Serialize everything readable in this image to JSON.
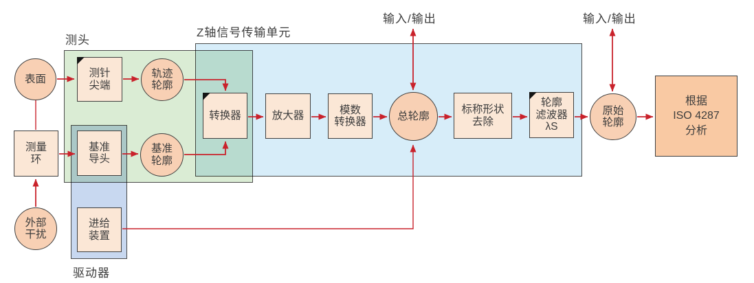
{
  "palette": {
    "arrow_red": "#c9222b",
    "probe_green": "#daecd4",
    "zaxis_blue": "#d7edf9",
    "drive_blue": "#c8d8f0",
    "box_peach": "#fbe7d6",
    "circle_peach": "#f8d0b4",
    "analysis_orange": "#f9c9a3",
    "border_dark": "#3f3f3f",
    "text_dark": "#3d3d3d"
  },
  "labels": {
    "probe_group": "测头",
    "zaxis_group": "Z轴信号传输单元",
    "drive_group": "驱动器",
    "io_top_center": "输入/输出",
    "io_top_right": "输入/输出"
  },
  "nodes": {
    "surface": {
      "lines": [
        "表面"
      ]
    },
    "measure_loop": {
      "lines": [
        "测量",
        "环"
      ]
    },
    "external_disturbance": {
      "lines": [
        "外部",
        "干扰"
      ]
    },
    "stylus_tip": {
      "lines": [
        "测针",
        "尖端"
      ]
    },
    "trace_profile": {
      "lines": [
        "轨迹",
        "轮廓"
      ]
    },
    "datum_guide": {
      "lines": [
        "基准",
        "导头"
      ]
    },
    "datum_profile": {
      "lines": [
        "基准",
        "轮廓"
      ]
    },
    "feed_device": {
      "lines": [
        "进给",
        "装置"
      ]
    },
    "transducer": {
      "lines": [
        "转换器"
      ]
    },
    "amplifier": {
      "lines": [
        "放大器"
      ]
    },
    "ad_converter": {
      "lines": [
        "模数",
        "转换器"
      ]
    },
    "total_profile": {
      "lines": [
        "总轮廓"
      ]
    },
    "nominal_form_removal": {
      "lines": [
        "标称形状",
        "去除"
      ]
    },
    "profile_filter": {
      "lines": [
        "轮廓",
        "滤波器",
        "λS"
      ]
    },
    "primary_profile": {
      "lines": [
        "原始",
        "轮廓"
      ]
    },
    "iso_analysis": {
      "lines": [
        "根据",
        "ISO 4287",
        "分析"
      ]
    }
  }
}
